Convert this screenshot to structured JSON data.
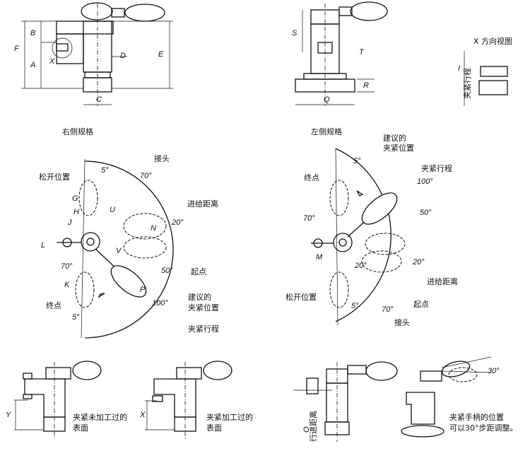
{
  "top": {
    "dim_labels_left": {
      "F": "F",
      "B": "B",
      "A": "A",
      "X": "X",
      "D": "D",
      "E": "E",
      "C": "C"
    },
    "dim_labels_mid": {
      "S": "S",
      "T": "T",
      "R": "R",
      "Q": "Q"
    },
    "x_view_title": "X 方向视图",
    "x_view_I": "I",
    "x_view_stroke": "夹紧行程"
  },
  "right_spec": {
    "title": "右侧规格",
    "joint": "接头",
    "angle_70_top": "70°",
    "angle_5_top": "5°",
    "release_pos": "松开位置",
    "G": "G",
    "H": "H",
    "U": "U",
    "J": "J",
    "N": "N",
    "feed": "进给距离",
    "angle_20": "20°",
    "L": "L",
    "V": "V",
    "start": "起点",
    "angle_70_left": "70°",
    "angle_50": "50°",
    "K": "K",
    "P": "P",
    "suggest_1": "建议的",
    "suggest_2": "夹紧位置",
    "end": "终点",
    "angle_100": "100°",
    "angle_5_bottom": "5°",
    "clamp_stroke": "夹紧行程"
  },
  "left_spec": {
    "title": "左侧规格",
    "suggest_1": "建议的",
    "suggest_2": "夹紧位置",
    "angle_5_top": "5°",
    "clamp_stroke": "夹紧行程",
    "angle_100": "100°",
    "end": "终点",
    "angle_50": "50°",
    "angle_70_left": "70°",
    "M": "M",
    "angle_20_a": "20°",
    "angle_20_b": "20°",
    "feed": "进给距离",
    "release_pos": "松开位置",
    "angle_5_bottom": "5°",
    "start": "起点",
    "angle_70_bottom": "70°",
    "joint": "接头"
  },
  "bottom": {
    "Y": "Y",
    "unmachined_1": "夹紧未加工过的",
    "unmachined_2": "表面",
    "X": "X",
    "machined_1": "夹紧加工过的",
    "machined_2": "表面",
    "O": "O",
    "travel": "行进距离",
    "angle_30": "30°",
    "adjust_1": "夹紧手柄的位置",
    "adjust_2": "可以30°步距调整。"
  }
}
